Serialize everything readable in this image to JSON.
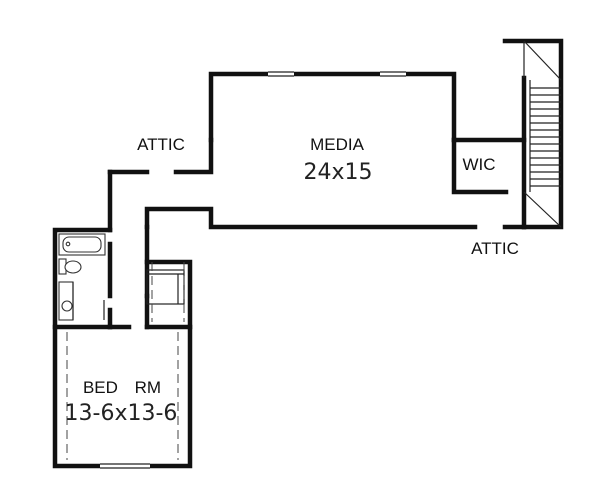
{
  "rooms": {
    "media": {
      "name": "MEDIA",
      "size": "24x15"
    },
    "bedroom": {
      "name": "BED RM",
      "size": "13-6x13-6"
    },
    "wic": {
      "name": "WIC"
    }
  },
  "attic_labels": [
    "ATTIC",
    "ATTIC"
  ]
}
